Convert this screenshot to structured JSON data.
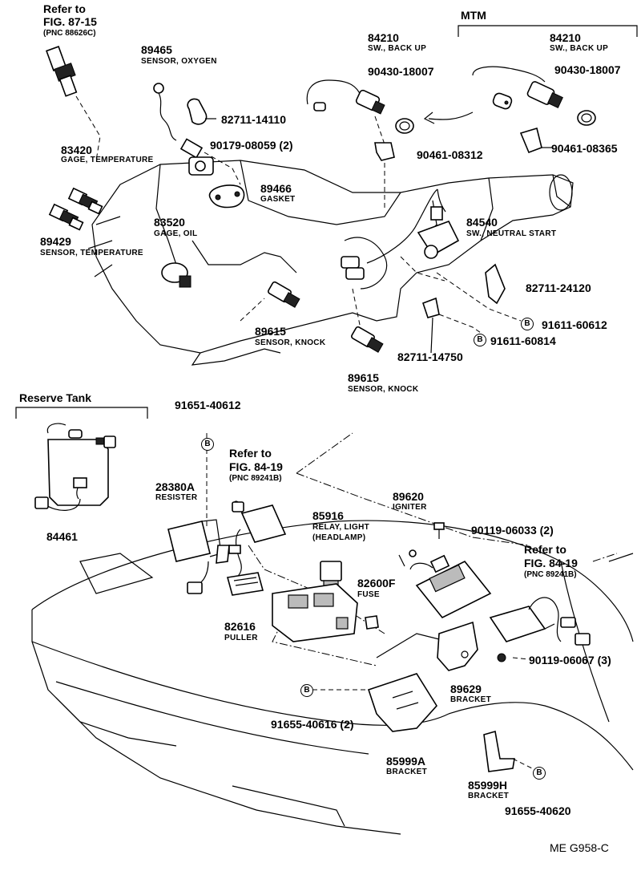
{
  "labels": {
    "refer_fig_87_15": {
      "line1": "Refer to",
      "line2": "FIG. 87-15",
      "line3": "(PNC 88626C)"
    },
    "mtm": "MTM",
    "p89465": {
      "num": "89465",
      "name": "SENSOR, OXYGEN"
    },
    "p84210_a": {
      "num": "84210",
      "name": "SW., BACK UP"
    },
    "p84210_b": {
      "num": "84210",
      "name": "SW., BACK UP"
    },
    "p90430_a": "90430-18007",
    "p90430_b": "90430-18007",
    "p82711_14110": "82711-14110",
    "p90179": "90179-08059 (2)",
    "p90461_08312": "90461-08312",
    "p90461_08365": "90461-08365",
    "p83420": {
      "num": "83420",
      "name": "GAGE, TEMPERATURE"
    },
    "p89466": {
      "num": "89466",
      "name": "GASKET"
    },
    "p83520": {
      "num": "83520",
      "name": "GAGE, OIL"
    },
    "p89429": {
      "num": "89429",
      "name": "SENSOR, TEMPERATURE"
    },
    "p84540": {
      "num": "84540",
      "name": "SW., NEUTRAL START"
    },
    "p82711_24120": "82711-24120",
    "p91611_60612": "91611-60612",
    "p91611_60814": "91611-60814",
    "p82711_14750": "82711-14750",
    "p89615_a": {
      "num": "89615",
      "name": "SENSOR, KNOCK"
    },
    "p89615_b": {
      "num": "89615",
      "name": "SENSOR, KNOCK"
    },
    "reserve_tank": "Reserve Tank",
    "p91651_40612": "91651-40612",
    "refer_fig_84_19_a": {
      "line1": "Refer to",
      "line2": "FIG. 84-19",
      "line3": "(PNC 89241B)"
    },
    "p28380a": {
      "num": "28380A",
      "name": "RESISTER"
    },
    "p89620": {
      "num": "89620",
      "name": "IGNITER"
    },
    "p85916": {
      "num": "85916",
      "name": "RELAY, LIGHT",
      "name2": "(HEADLAMP)"
    },
    "p90119_06033": "90119-06033 (2)",
    "refer_fig_84_19_b": {
      "line1": "Refer to",
      "line2": "FIG. 84-19",
      "line3": "(PNC 89241B)"
    },
    "p84461": "84461",
    "p82600f": {
      "num": "82600F",
      "name": "FUSE"
    },
    "p82616": {
      "num": "82616",
      "name": "PULLER"
    },
    "p90119_06067": "90119-06067 (3)",
    "p89629": {
      "num": "89629",
      "name": "BRACKET"
    },
    "p91655_40616": "91655-40616 (2)",
    "p85999a": {
      "num": "85999A",
      "name": "BRACKET"
    },
    "p85999h": {
      "num": "85999H",
      "name": "BRACKET"
    },
    "p91655_40620": "91655-40620",
    "footer_code": "ME  G958-C"
  },
  "bolt_tag": "B"
}
